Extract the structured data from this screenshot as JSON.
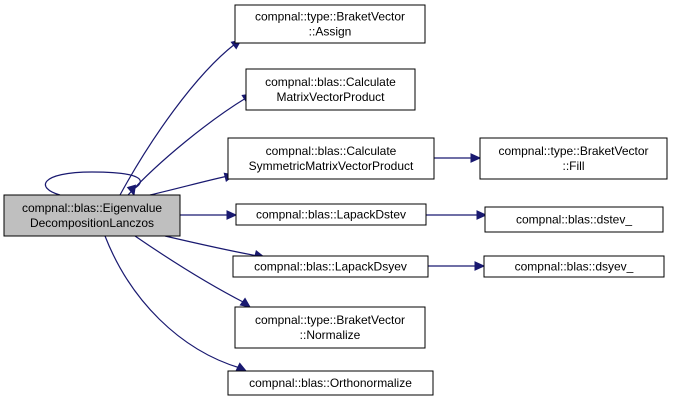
{
  "colors": {
    "edge": "#191970",
    "node_fill": "#ffffff",
    "root_fill": "#bfbfbf",
    "border": "#000000"
  },
  "nodes": [
    {
      "id": "root",
      "lines": [
        "compnal::blas::Eigenvalue",
        "DecompositionLanczos"
      ],
      "root": true
    },
    {
      "id": "assign",
      "lines": [
        "compnal::type::BraketVector",
        "::Assign"
      ]
    },
    {
      "id": "calcmv",
      "lines": [
        "compnal::blas::Calculate",
        "MatrixVectorProduct"
      ]
    },
    {
      "id": "calcsym",
      "lines": [
        "compnal::blas::Calculate",
        "SymmetricMatrixVectorProduct"
      ]
    },
    {
      "id": "fill",
      "lines": [
        "compnal::type::BraketVector",
        "::Fill"
      ]
    },
    {
      "id": "dstev",
      "lines": [
        "compnal::blas::LapackDstev"
      ]
    },
    {
      "id": "dstev_",
      "lines": [
        "compnal::blas::dstev_"
      ]
    },
    {
      "id": "dsyev",
      "lines": [
        "compnal::blas::LapackDsyev"
      ]
    },
    {
      "id": "dsyev_",
      "lines": [
        "compnal::blas::dsyev_"
      ]
    },
    {
      "id": "normalize",
      "lines": [
        "compnal::type::BraketVector",
        "::Normalize"
      ]
    },
    {
      "id": "ortho",
      "lines": [
        "compnal::blas::Orthonormalize"
      ]
    }
  ],
  "edges": [
    {
      "from": "root",
      "to": "root"
    },
    {
      "from": "root",
      "to": "assign"
    },
    {
      "from": "root",
      "to": "calcmv"
    },
    {
      "from": "root",
      "to": "calcsym"
    },
    {
      "from": "root",
      "to": "dstev"
    },
    {
      "from": "root",
      "to": "dsyev"
    },
    {
      "from": "root",
      "to": "normalize"
    },
    {
      "from": "root",
      "to": "ortho"
    },
    {
      "from": "calcsym",
      "to": "fill"
    },
    {
      "from": "dstev",
      "to": "dstev_"
    },
    {
      "from": "dsyev",
      "to": "dsyev_"
    }
  ]
}
